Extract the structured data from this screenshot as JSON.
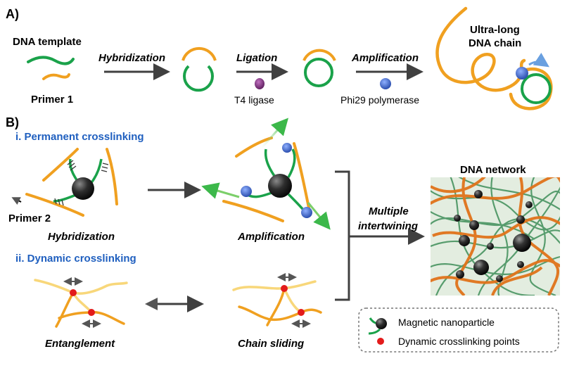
{
  "section_a": {
    "label": "A)",
    "dna_template": "DNA template",
    "primer1": "Primer 1",
    "step_hybridization": "Hybridization",
    "step_ligation": "Ligation",
    "enzyme_ligase": "T4 ligase",
    "step_amplification": "Amplification",
    "enzyme_polymerase": "Phi29 polymerase",
    "ultra_long_1": "Ultra-long",
    "ultra_long_2": "DNA chain"
  },
  "section_b": {
    "label": "B)",
    "permanent_title": "i. Permanent crosslinking",
    "primer2": "Primer 2",
    "hybridization": "Hybridization",
    "amplification": "Amplification",
    "multiple_1": "Multiple",
    "multiple_2": "intertwining",
    "network_title": "DNA network",
    "dynamic_title": "ii. Dynamic crosslinking",
    "entanglement": "Entanglement",
    "chain_sliding": "Chain sliding"
  },
  "legend": {
    "nanoparticle": "Magnetic nanoparticle",
    "crosslinking_points": "Dynamic crosslinking points"
  },
  "colors": {
    "orange": "#f0a020",
    "green": "#1aa24a",
    "blue_text": "#1f5fbf",
    "light_orange": "#f8d77a",
    "red_point": "#e31b1b"
  }
}
